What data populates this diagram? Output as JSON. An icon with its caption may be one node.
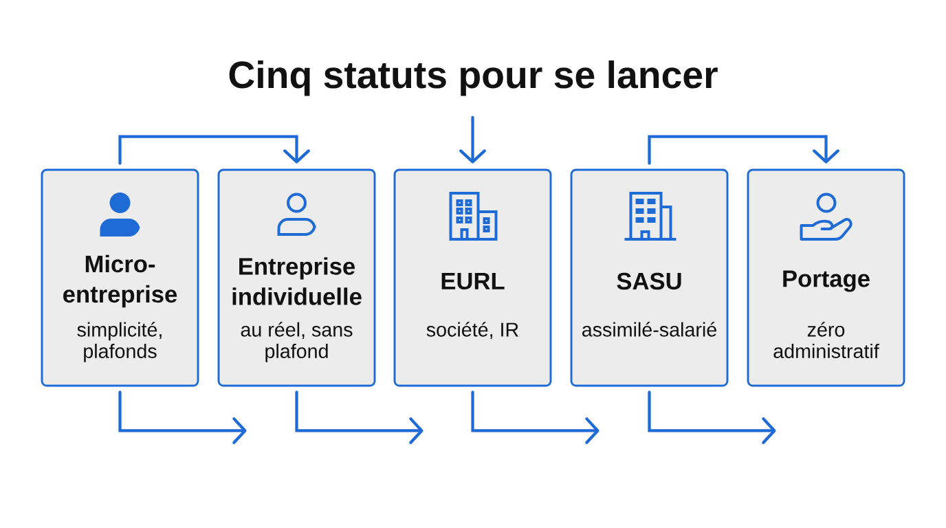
{
  "diagram": {
    "title": "Cinq statuts pour se lancer",
    "nodes": [
      {
        "text": [
          "Micro- entreprise",
          "simplicité, plafonds"
        ]
      },
      {
        "text": [
          "Entreprise individuelle",
          "au réel, sans plafond"
        ]
      },
      {
        "text": [
          "EURL",
          "société, IR"
        ]
      },
      {
        "text": [
          "SASU",
          "assimilé-salarié"
        ]
      },
      {
        "text": [
          "Portage",
          "zéro administratif"
        ]
      }
    ],
    "edges": [
      {
        "from": 0,
        "to": 1,
        "arrow": "to"
      },
      {
        "from": null,
        "to": 2,
        "arrow": "to"
      },
      {
        "from": 3,
        "to": 4,
        "arrow": "to"
      },
      {
        "from": 0,
        "to": null,
        "arrow": "to"
      },
      {
        "from": 1,
        "to": null,
        "arrow": "to"
      },
      {
        "from": 2,
        "to": null,
        "arrow": "to"
      },
      {
        "from": 3,
        "to": null,
        "arrow": "to"
      }
    ]
  }
}
